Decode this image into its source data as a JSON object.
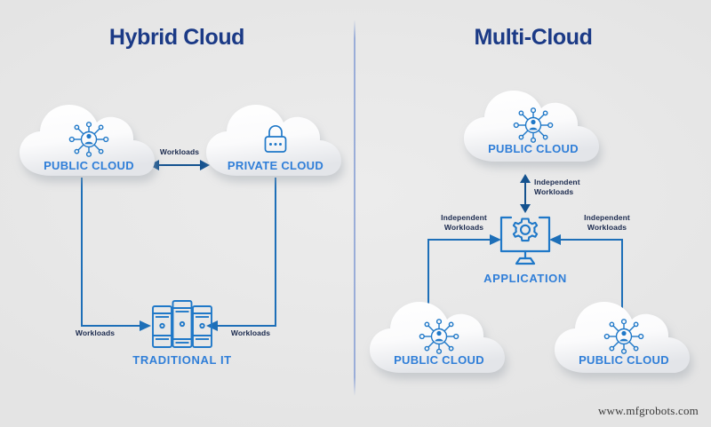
{
  "panels": {
    "left": {
      "title": "Hybrid Cloud"
    },
    "right": {
      "title": "Multi-Cloud"
    }
  },
  "colors": {
    "background": "#eaeaea",
    "title": "#1b3a86",
    "accent_blue": "#2f7ed8",
    "line_blue": "#1d6fb8",
    "arrow_navy": "#14528f",
    "divider": "#96aad7"
  },
  "hybrid": {
    "nodes": [
      {
        "id": "public-cloud",
        "label": "PUBLIC CLOUD",
        "icon": "cloud-network-user-icon",
        "shape": "cloud"
      },
      {
        "id": "private-cloud",
        "label": "PRIVATE CLOUD",
        "icon": "padlock-icon",
        "shape": "cloud"
      },
      {
        "id": "traditional-it",
        "label": "TRADITIONAL IT",
        "icon": "server-rack-icon",
        "shape": "icon"
      }
    ],
    "connectors": [
      {
        "id": "public-private",
        "label": "Workloads",
        "direction": "bidirectional"
      },
      {
        "id": "public-traditional",
        "label": "Workloads",
        "direction": "down-right"
      },
      {
        "id": "private-traditional",
        "label": "Workloads",
        "direction": "down-left"
      }
    ]
  },
  "multicloud": {
    "nodes": [
      {
        "id": "public-cloud-top",
        "label": "PUBLIC CLOUD",
        "icon": "cloud-network-user-icon",
        "shape": "cloud"
      },
      {
        "id": "public-cloud-bottom-left",
        "label": "PUBLIC CLOUD",
        "icon": "cloud-network-user-icon",
        "shape": "cloud"
      },
      {
        "id": "public-cloud-bottom-right",
        "label": "PUBLIC CLOUD",
        "icon": "cloud-network-user-icon",
        "shape": "cloud"
      },
      {
        "id": "application",
        "label": "APPLICATION",
        "icon": "monitor-gear-icon",
        "shape": "icon"
      }
    ],
    "connectors": [
      {
        "id": "top-to-app",
        "label": "Independent\nWorkloads",
        "line1": "Independent",
        "line2": "Workloads",
        "direction": "bidirectional-vertical"
      },
      {
        "id": "bottom-left-to-app",
        "line1": "Independent",
        "line2": "Workloads",
        "direction": "right"
      },
      {
        "id": "bottom-right-to-app",
        "line1": "Independent",
        "line2": "Workloads",
        "direction": "left"
      }
    ]
  },
  "watermark": "www.mfgrobots.com"
}
